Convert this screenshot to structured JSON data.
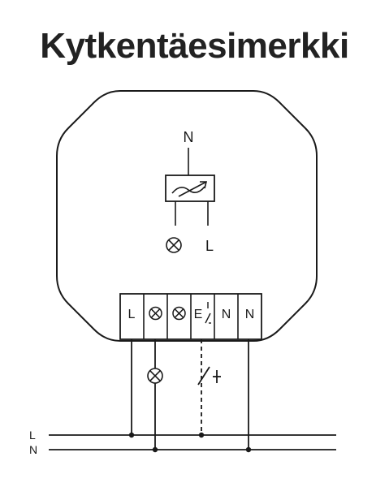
{
  "title": "Kytkentäesimerkki",
  "module": {
    "top_label": "N",
    "lamp_label": "L"
  },
  "terminals": [
    "L",
    "⊗",
    "⊗",
    "E",
    "N",
    "N"
  ],
  "bus": {
    "line_l": "L",
    "line_n": "N"
  },
  "icons": {
    "dimmer": "dimmer-symbol-icon",
    "lamp": "lamp-icon",
    "switch": "push-switch-icon"
  },
  "colors": {
    "stroke": "#1a1a1a"
  }
}
